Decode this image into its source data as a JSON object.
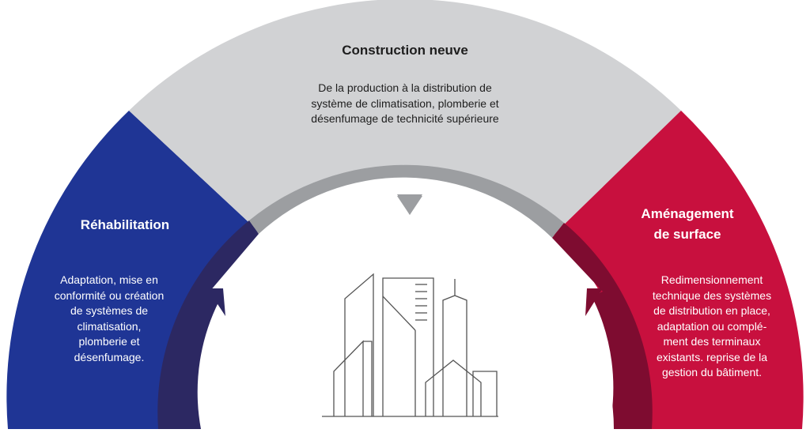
{
  "segments": {
    "center": {
      "title": "Construction neuve",
      "description": [
        "De la production à la distribution de",
        "système de climatisation, plomberie et",
        "désenfumage de technicité supérieure"
      ],
      "color": "#d1d2d4",
      "band_color": "#9c9ea1"
    },
    "left": {
      "title": "Réhabilitation",
      "description": [
        "Adaptation, mise en",
        "conformité ou création",
        "de systèmes de",
        "climatisation,",
        "plomberie et",
        "désenfumage."
      ],
      "color": "#1f3595",
      "band_color": "#2c2862"
    },
    "right": {
      "title_lines": [
        "Aménagement",
        "de surface"
      ],
      "description": [
        "Redimensionnement",
        "technique des systèmes",
        "de distribution en place,",
        "adaptation ou complé-",
        "ment des terminaux",
        "existants. reprise de la",
        "gestion du bâtiment."
      ],
      "color": "#c8103e",
      "band_color": "#7e0c30"
    }
  },
  "icon": {
    "name": "city-buildings-icon",
    "stroke_color": "#555555"
  }
}
